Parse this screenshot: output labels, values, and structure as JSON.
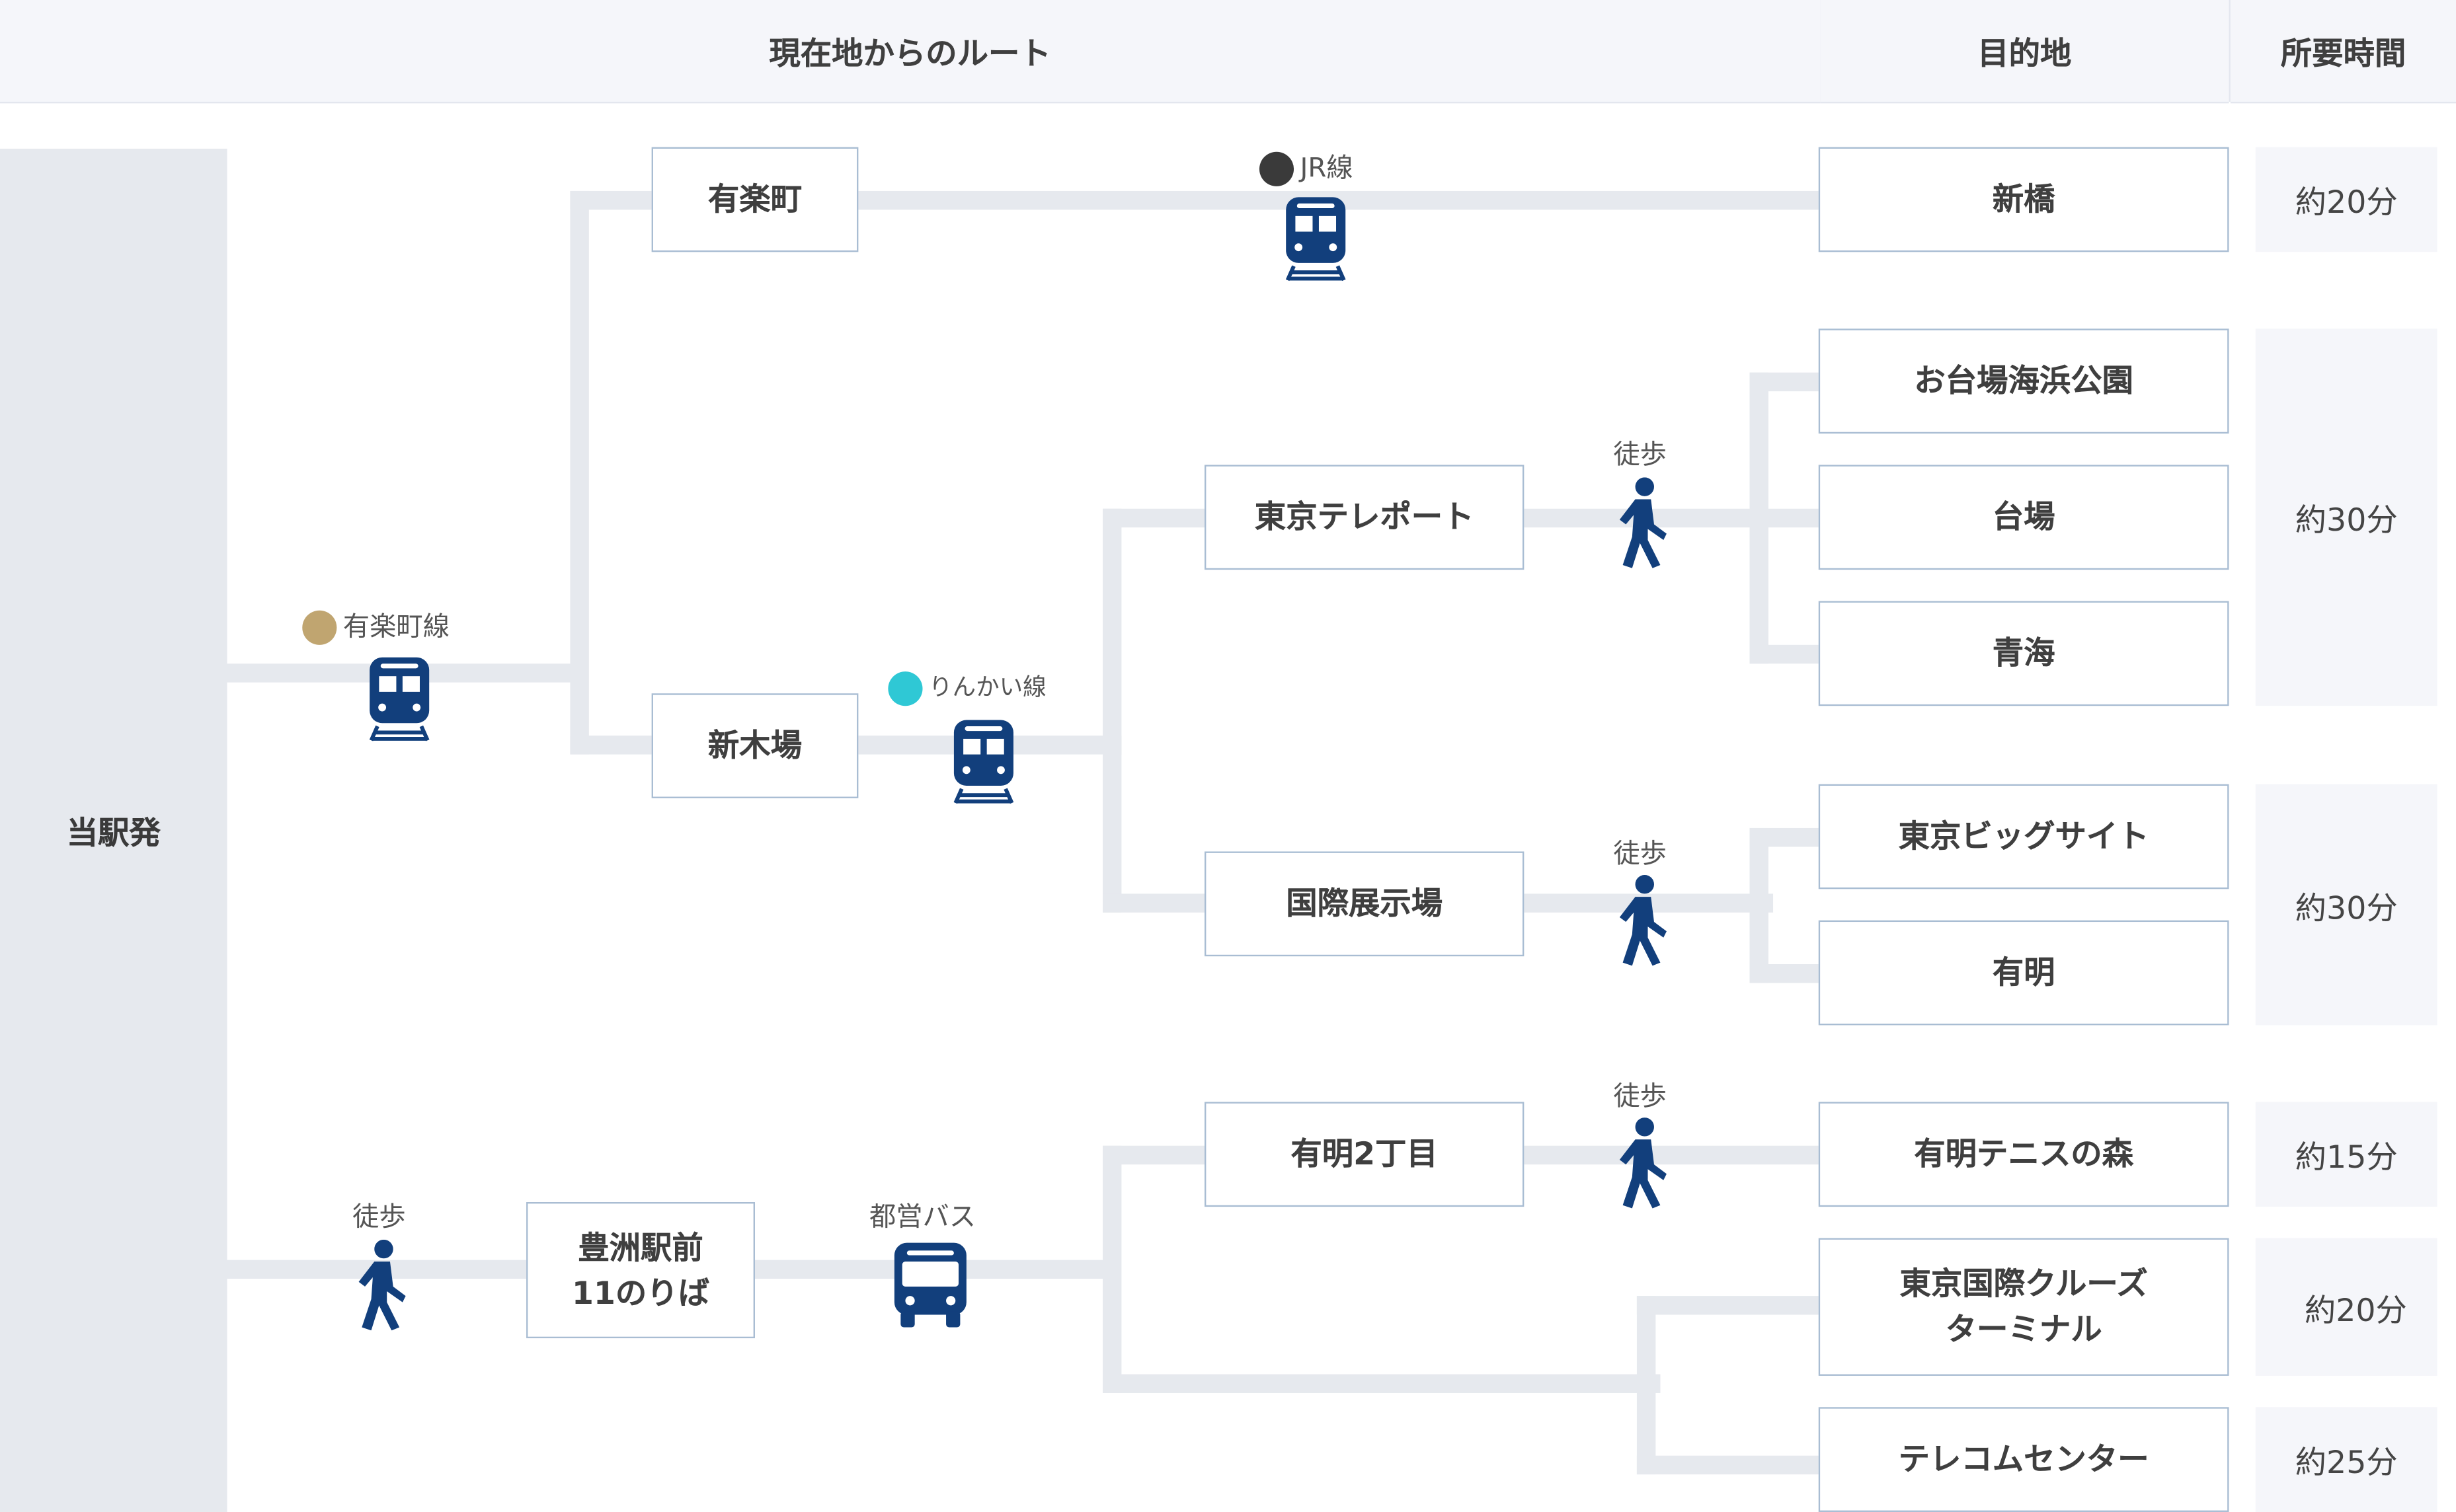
{
  "header": {
    "route_title": "現在地からのルート",
    "destination_title": "目的地",
    "time_title": "所要時間"
  },
  "origin": "当駅発",
  "lines": {
    "yurakucho": {
      "label": "有楽町線",
      "color": "#c0a570"
    },
    "rinkai": {
      "label": "りんかい線",
      "color": "#2fc8d5"
    },
    "jr": {
      "label": "JR線",
      "color": "#3a3a3a"
    },
    "walk": "徒歩",
    "bus": "都営バス"
  },
  "stations": {
    "yurakucho": "有楽町",
    "shinkiba": "新木場",
    "teleport": "東京テレポート",
    "kokusai_tenjijo": "国際展示場",
    "ariake_2chome": "有明2丁目",
    "toyosu_line1": "豊洲駅前",
    "toyosu_line2": "11のりば"
  },
  "destinations": {
    "shinbashi": "新橋",
    "odaiba_park": "お台場海浜公園",
    "daiba": "台場",
    "aomi": "青海",
    "big_sight": "東京ビッグサイト",
    "ariake": "有明",
    "ariake_tennis": "有明テニスの森",
    "cruise_line1": "東京国際クルーズ",
    "cruise_line2": "ターミナル",
    "telecom": "テレコムセンター"
  },
  "times": {
    "shinbashi": "約20分",
    "teleport_group": "約30分",
    "tenjijo_group": "約30分",
    "tennis": "約15分",
    "cruise": "約20分",
    "telecom": "約25分"
  },
  "icon_color": "#123f7c"
}
